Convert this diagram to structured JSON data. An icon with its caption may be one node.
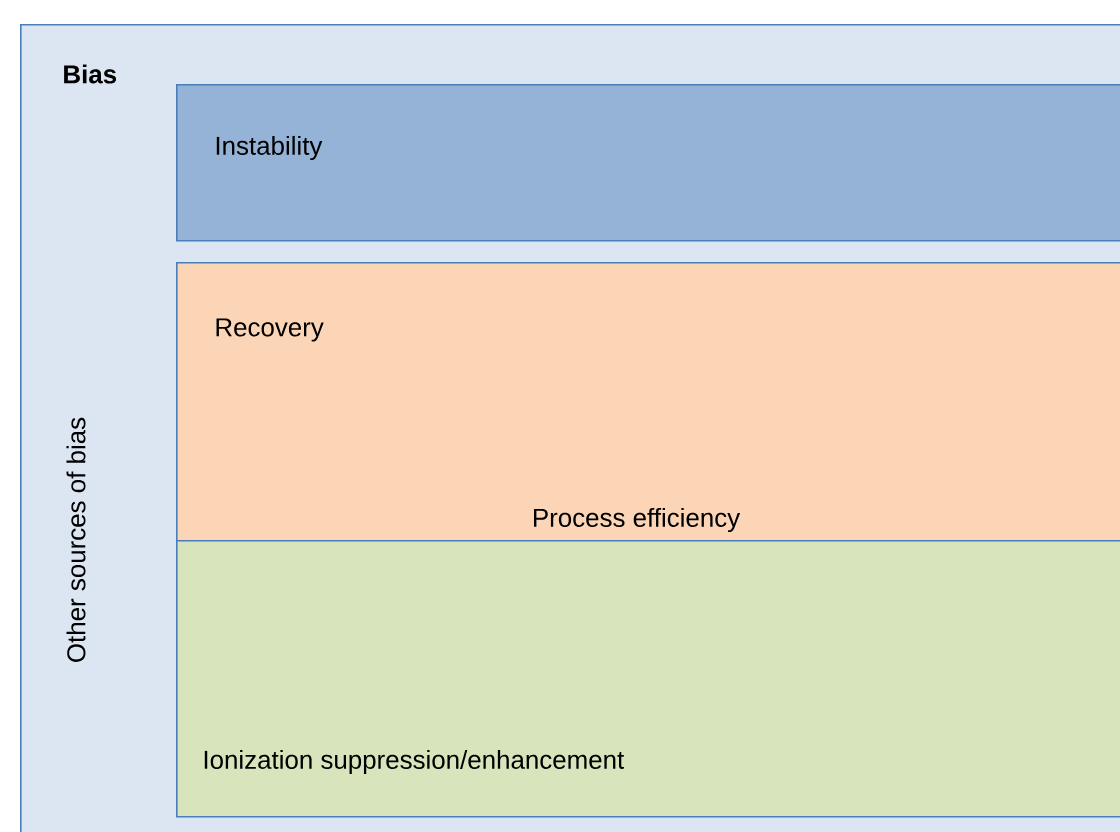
{
  "diagram": {
    "nodes": [
      {
        "text": [
          "Bias"
        ]
      },
      {
        "text": [
          "Instability"
        ],
        "in": 0
      },
      {
        "text": [
          "Recovery"
        ],
        "in": 0
      },
      {
        "text": [
          "Ionization suppression/enhancement"
        ],
        "in": 0
      }
    ],
    "labels": [
      "Other sources of bias",
      "Process efficiency"
    ]
  }
}
